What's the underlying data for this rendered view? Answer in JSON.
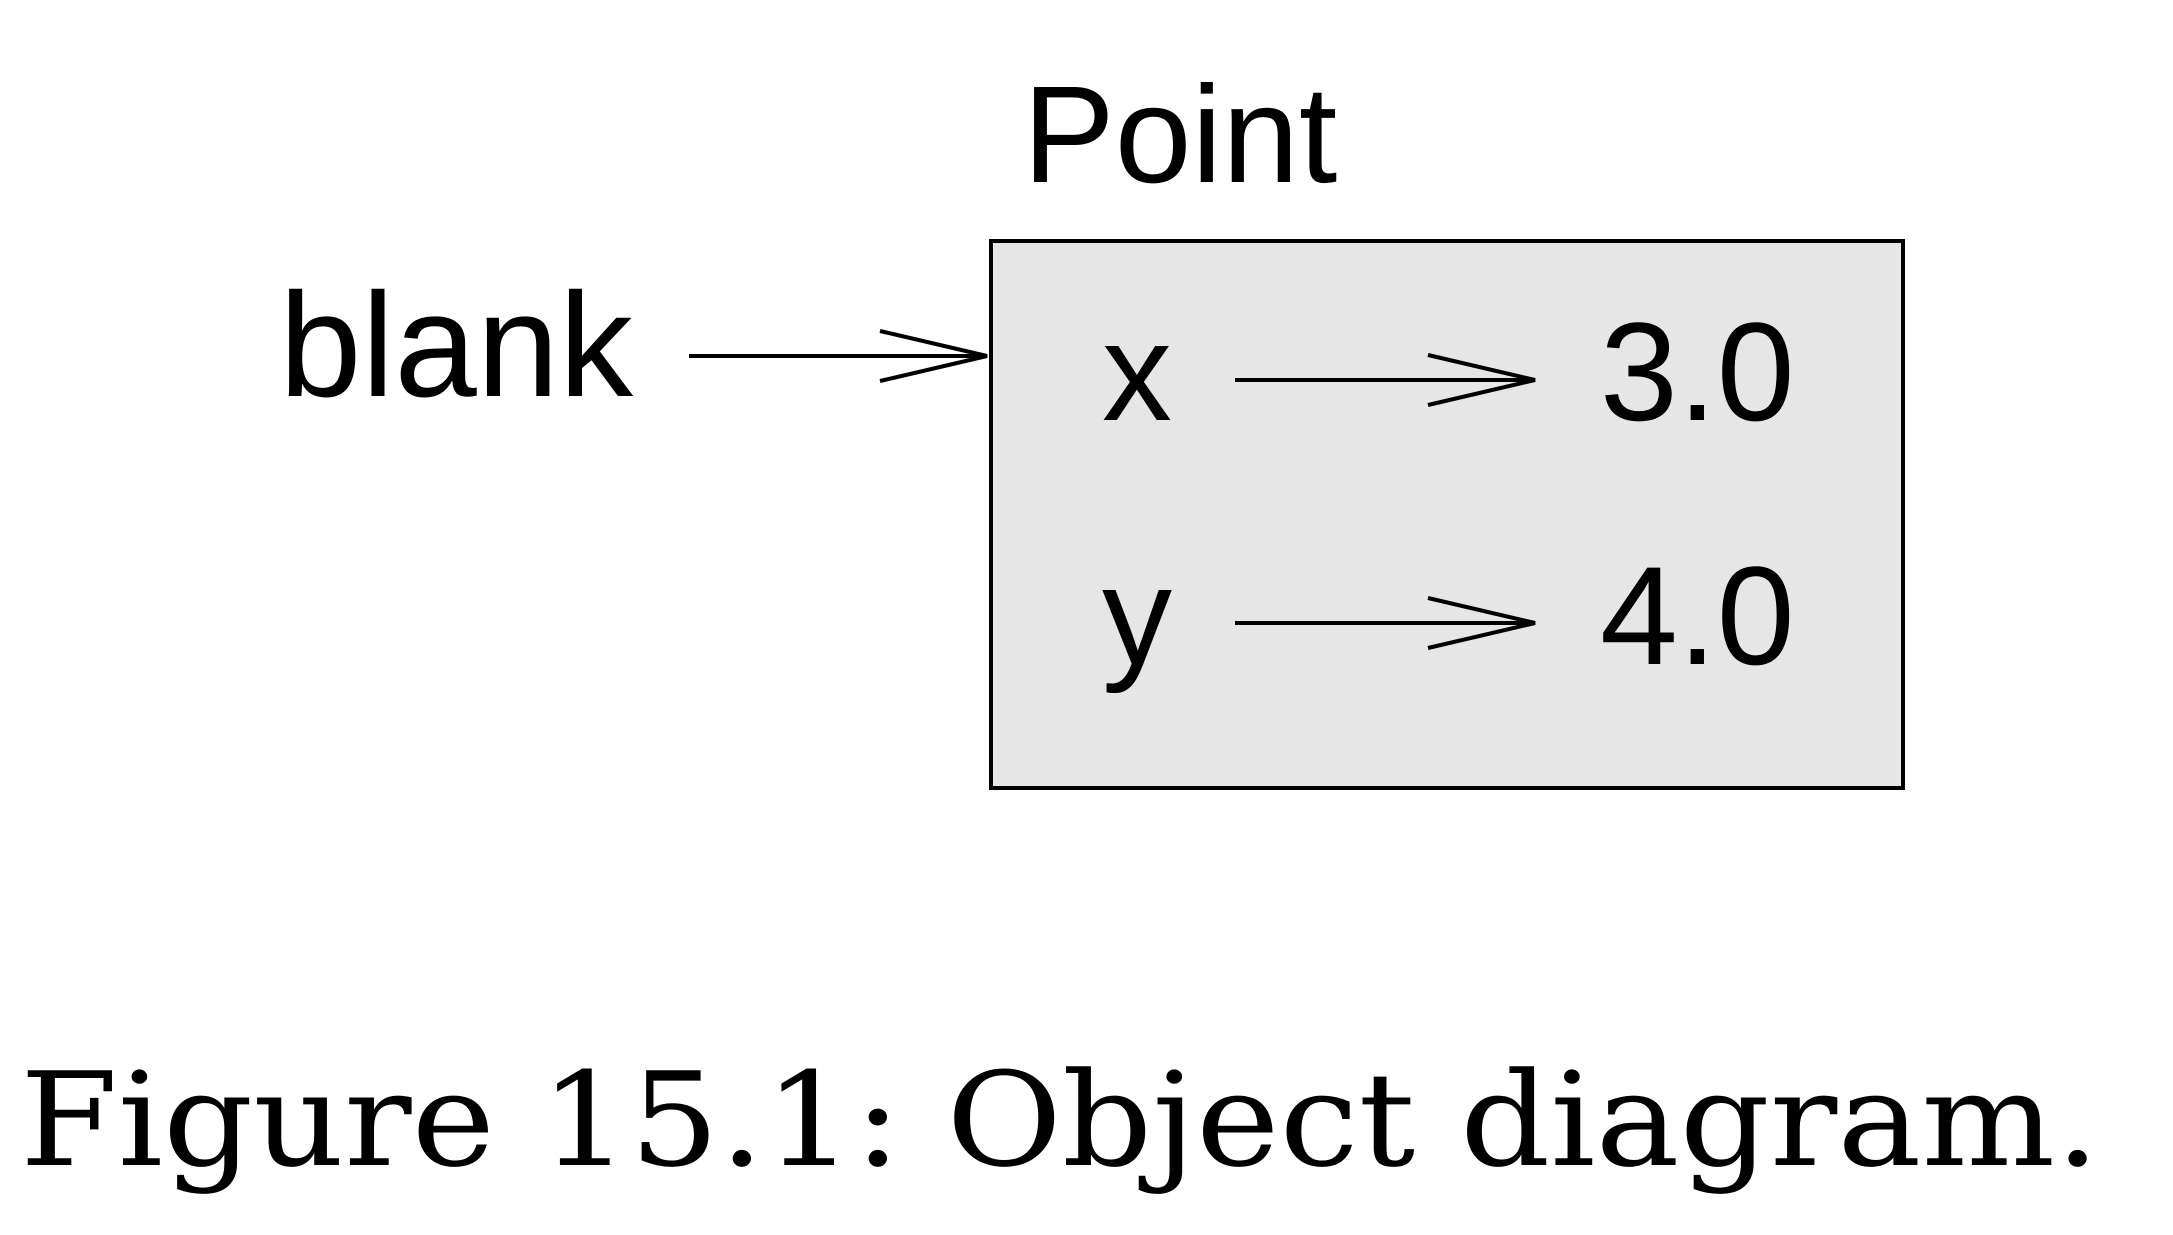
{
  "diagram": {
    "class_name": "Point",
    "variable": "blank",
    "attributes": [
      {
        "name": "x",
        "value": "3.0"
      },
      {
        "name": "y",
        "value": "4.0"
      }
    ],
    "box_fill": "#e6e6e6",
    "stroke": "#000000"
  },
  "caption": "Figure 15.1: Object diagram."
}
